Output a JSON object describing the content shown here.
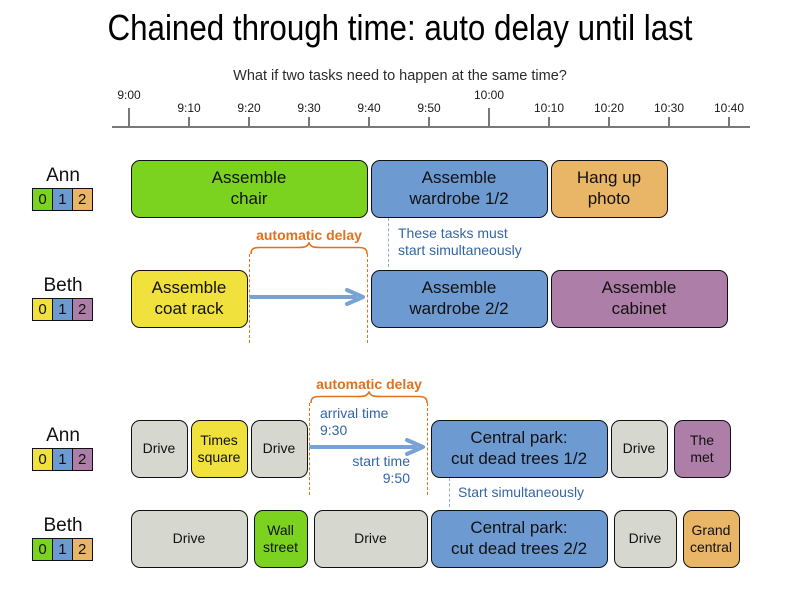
{
  "title": "Chained through time: auto delay until last",
  "subtitle": "What if two tasks need to happen at the same time?",
  "palette": {
    "green": "#7BD31F",
    "blue": "#6D9AD1",
    "yellow": "#F0E13C",
    "tan": "#E9B566",
    "purple": "#AD7FA8",
    "gray": "#D6D8D0",
    "ann_orange": "#E2711A",
    "ann_blue": "#3465A4",
    "arrow_blue": "#78A2D4",
    "dash_blue": "#8FAFD4",
    "axis_gray": "#787878"
  },
  "timeline": {
    "ticks": [
      {
        "label": "9:00",
        "minute": 0,
        "major": true
      },
      {
        "label": "9:10",
        "minute": 10,
        "major": false
      },
      {
        "label": "9:20",
        "minute": 20,
        "major": false
      },
      {
        "label": "9:30",
        "minute": 30,
        "major": false
      },
      {
        "label": "9:40",
        "minute": 40,
        "major": false
      },
      {
        "label": "9:50",
        "minute": 50,
        "major": false
      },
      {
        "label": "10:00",
        "minute": 60,
        "major": true
      },
      {
        "label": "10:10",
        "minute": 70,
        "major": false
      },
      {
        "label": "10:20",
        "minute": 80,
        "major": false
      },
      {
        "label": "10:30",
        "minute": 90,
        "major": false
      },
      {
        "label": "10:40",
        "minute": 100,
        "major": false
      }
    ]
  },
  "sections": [
    {
      "id": "assemble-furniture",
      "annotations": {
        "delay_label": "automatic delay",
        "note": "These tasks must\nstart simultaneously"
      },
      "rows": [
        {
          "person": "Ann",
          "chips": [
            {
              "label": "0",
              "color": "green"
            },
            {
              "label": "1",
              "color": "blue"
            },
            {
              "label": "2",
              "color": "tan"
            }
          ],
          "tasks": [
            {
              "label": "Assemble\nchair",
              "start_min": 0,
              "end_min": 40,
              "color": "green",
              "size": "lg"
            },
            {
              "label": "Assemble\nwardrobe 1/2",
              "start_min": 40,
              "end_min": 70,
              "color": "blue",
              "size": "lg"
            },
            {
              "label": "Hang up\nphoto",
              "start_min": 70,
              "end_min": 90,
              "color": "tan",
              "size": "lg"
            }
          ]
        },
        {
          "person": "Beth",
          "chips": [
            {
              "label": "0",
              "color": "yellow"
            },
            {
              "label": "1",
              "color": "blue"
            },
            {
              "label": "2",
              "color": "purple"
            }
          ],
          "tasks": [
            {
              "label": "Assemble\ncoat rack",
              "start_min": 0,
              "end_min": 20,
              "color": "yellow",
              "size": "lg"
            },
            {
              "label": "Assemble\nwardrobe 2/2",
              "start_min": 40,
              "end_min": 70,
              "color": "blue",
              "size": "lg"
            },
            {
              "label": "Assemble\ncabinet",
              "start_min": 70,
              "end_min": 100,
              "color": "purple",
              "size": "lg"
            }
          ]
        }
      ]
    },
    {
      "id": "city-tasks",
      "annotations": {
        "delay_label": "automatic delay",
        "arrival": "arrival time\n9:30",
        "start": "start time\n9:50",
        "simultaneous": "Start simultaneously"
      },
      "rows": [
        {
          "person": "Ann",
          "chips": [
            {
              "label": "0",
              "color": "yellow"
            },
            {
              "label": "1",
              "color": "blue"
            },
            {
              "label": "2",
              "color": "purple"
            }
          ],
          "tasks": [
            {
              "label": "Drive",
              "start_min": 0,
              "end_min": 10,
              "color": "gray",
              "size": "sm"
            },
            {
              "label": "Times\nsquare",
              "start_min": 10,
              "end_min": 20,
              "color": "yellow",
              "size": "sm"
            },
            {
              "label": "Drive",
              "start_min": 20,
              "end_min": 30,
              "color": "gray",
              "size": "sm"
            },
            {
              "label": "Central park:\ncut dead trees 1/2",
              "start_min": 50,
              "end_min": 80,
              "color": "blue",
              "size": "lg"
            },
            {
              "label": "Drive",
              "start_min": 80,
              "end_min": 90,
              "color": "gray",
              "size": "sm"
            },
            {
              "label": "The\nmet",
              "start_min": 90.5,
              "end_min": 100.5,
              "color": "purple",
              "size": "sm"
            }
          ]
        },
        {
          "person": "Beth",
          "chips": [
            {
              "label": "0",
              "color": "green"
            },
            {
              "label": "1",
              "color": "blue"
            },
            {
              "label": "2",
              "color": "tan"
            }
          ],
          "tasks": [
            {
              "label": "Drive",
              "start_min": 0,
              "end_min": 20,
              "color": "gray",
              "size": "sm"
            },
            {
              "label": "Wall\nstreet",
              "start_min": 20.5,
              "end_min": 30,
              "color": "green",
              "size": "sm"
            },
            {
              "label": "Drive",
              "start_min": 30.5,
              "end_min": 50,
              "color": "gray",
              "size": "sm"
            },
            {
              "label": "Central park:\ncut dead trees 2/2",
              "start_min": 50,
              "end_min": 80,
              "color": "blue",
              "size": "lg"
            },
            {
              "label": "Drive",
              "start_min": 80.5,
              "end_min": 91.5,
              "color": "gray",
              "size": "sm"
            },
            {
              "label": "Grand\ncentral",
              "start_min": 92,
              "end_min": 102,
              "color": "tan",
              "size": "sm"
            }
          ]
        }
      ]
    }
  ]
}
